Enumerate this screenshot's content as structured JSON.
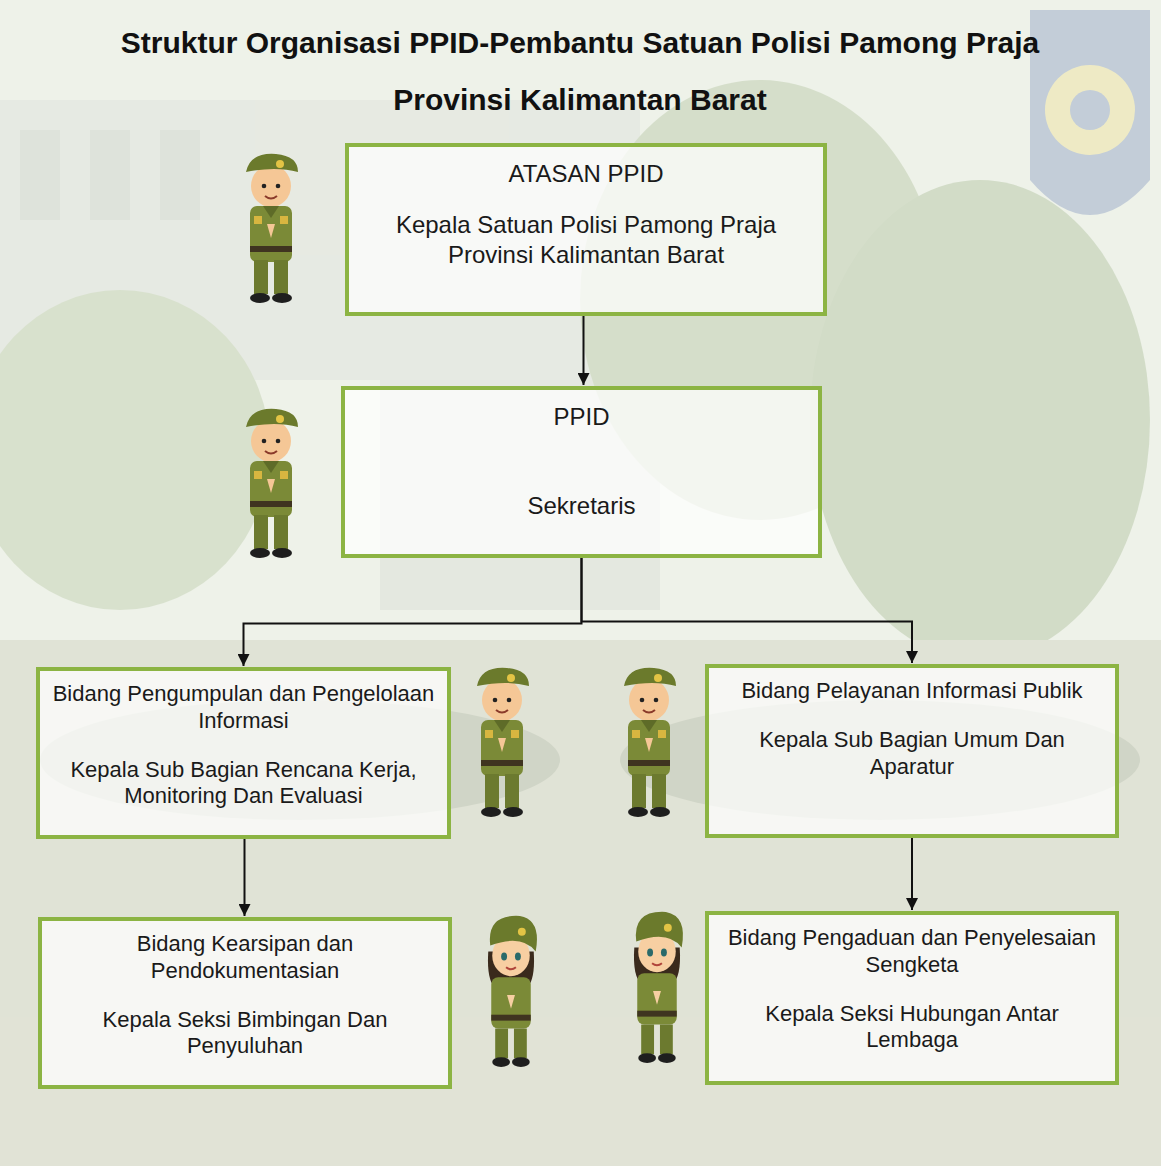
{
  "diagram": {
    "title": "Struktur Organisasi PPID-Pembantu Satuan Polisi Pamong Praja Provinsi Kalimantan Barat",
    "nodes": [
      {
        "text": [
          "ATASAN PPID",
          "Kepala Satuan Polisi Pamong Praja Provinsi Kalimantan Barat"
        ]
      },
      {
        "text": [
          "PPID",
          "Sekretaris"
        ]
      },
      {
        "text": [
          "Bidang Pengumpulan dan Pengelolaan Informasi",
          "Kepala Sub Bagian Rencana Kerja, Monitoring Dan Evaluasi"
        ]
      },
      {
        "text": [
          "Bidang Pelayanan Informasi Publik",
          "Kepala Sub Bagian Umum Dan Aparatur"
        ]
      },
      {
        "text": [
          "Bidang Kearsipan dan Pendokumentasian",
          "Kepala Seksi Bimbingan Dan Penyuluhan"
        ]
      },
      {
        "text": [
          "Bidang Pengaduan dan Penyelesaian Sengketa",
          "Kepala Seksi Hubungan Antar Lembaga"
        ]
      }
    ],
    "edges": [
      {
        "from": 0,
        "to": 1,
        "arrow": "to"
      },
      {
        "from": 1,
        "to": 2,
        "arrow": "to"
      },
      {
        "from": 1,
        "to": 3,
        "arrow": "to"
      },
      {
        "from": 2,
        "to": 4,
        "arrow": "to"
      },
      {
        "from": 3,
        "to": 5,
        "arrow": "to"
      }
    ]
  }
}
